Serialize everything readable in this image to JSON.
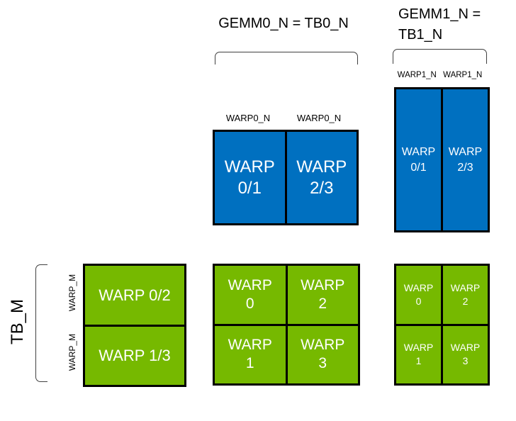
{
  "colors": {
    "warp_blue": "#0070C0",
    "warp_green": "#76B900",
    "tile_border": "#000000",
    "bracket_stroke": "#404040",
    "label_text": "#000000",
    "tile_text": "#ffffff"
  },
  "top_center": {
    "title": "GEMM0_N = TB0_N",
    "col_label_left": "WARP0_N",
    "col_label_right": "WARP0_N",
    "cells": [
      {
        "l1": "WARP",
        "l2": "0/1"
      },
      {
        "l1": "WARP",
        "l2": "2/3"
      }
    ]
  },
  "top_right": {
    "title_line1": "GEMM1_N =",
    "title_line2": "TB1_N",
    "col_label_left": "WARP1_N",
    "col_label_right": "WARP1_N",
    "cells": [
      {
        "l1": "WARP",
        "l2": "0/1"
      },
      {
        "l1": "WARP",
        "l2": "2/3"
      }
    ]
  },
  "bottom_left": {
    "side_label": "TB_M",
    "row_label_top": "WARP_M",
    "row_label_bottom": "WARP_M",
    "cells": [
      {
        "text": "WARP 0/2"
      },
      {
        "text": "WARP 1/3"
      }
    ]
  },
  "bottom_center": {
    "cells": [
      {
        "l1": "WARP",
        "l2": "0"
      },
      {
        "l1": "WARP",
        "l2": "2"
      },
      {
        "l1": "WARP",
        "l2": "1"
      },
      {
        "l1": "WARP",
        "l2": "3"
      }
    ]
  },
  "bottom_right": {
    "cells": [
      {
        "l1": "WARP",
        "l2": "0"
      },
      {
        "l1": "WARP",
        "l2": "2"
      },
      {
        "l1": "WARP",
        "l2": "1"
      },
      {
        "l1": "WARP",
        "l2": "3"
      }
    ]
  }
}
